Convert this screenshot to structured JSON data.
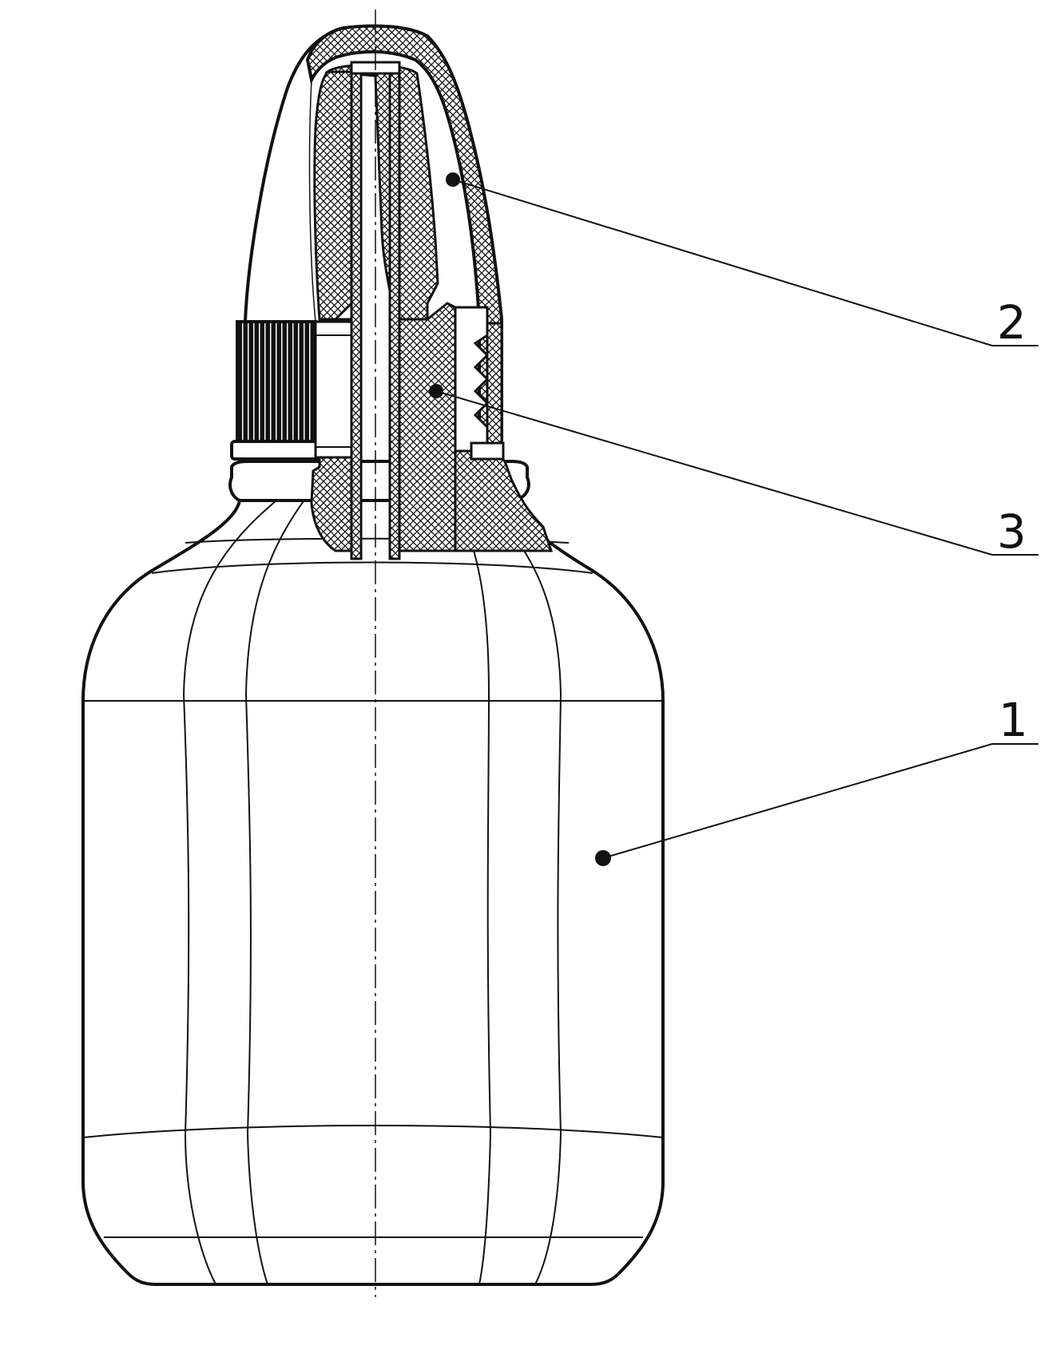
{
  "figure": {
    "callouts": [
      {
        "id": "1",
        "label": "1"
      },
      {
        "id": "2",
        "label": "2"
      },
      {
        "id": "3",
        "label": "3"
      }
    ],
    "colors": {
      "ink": "#111111",
      "paper": "#ffffff"
    }
  }
}
